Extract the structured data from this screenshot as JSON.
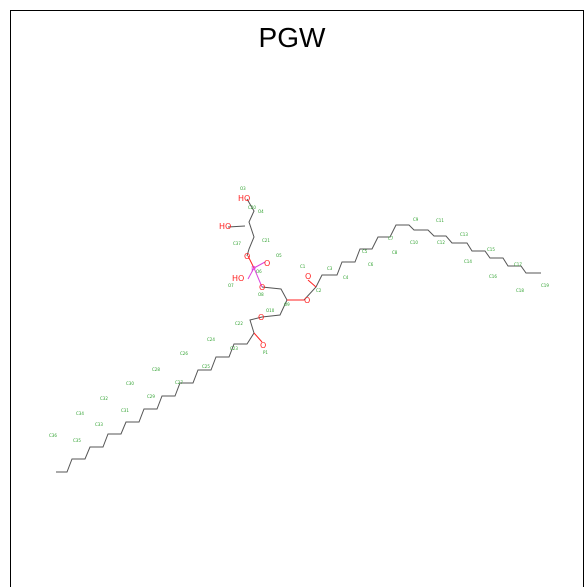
{
  "title": "PGW",
  "colors": {
    "carbon_label": "#2ca02c",
    "oxygen": "#ff2222",
    "phosphorus": "#dd44dd",
    "bond": "#555555"
  },
  "atoms": [
    {
      "id": "o_h1",
      "text": "HO",
      "color": "#ff2222"
    },
    {
      "id": "o_h2",
      "text": "HO",
      "color": "#ff2222"
    },
    {
      "id": "o_p1",
      "text": "O",
      "color": "#ff2222"
    },
    {
      "id": "p",
      "text": "P",
      "color": "#dd44dd"
    },
    {
      "id": "o_p2",
      "text": "O",
      "color": "#ff2222"
    },
    {
      "id": "o_p3",
      "text": "HO",
      "color": "#ff2222"
    },
    {
      "id": "o_p4",
      "text": "O",
      "color": "#ff2222"
    },
    {
      "id": "o_e1",
      "text": "O",
      "color": "#ff2222"
    },
    {
      "id": "o_e2",
      "text": "O",
      "color": "#ff2222"
    },
    {
      "id": "o_e3",
      "text": "O",
      "color": "#ff2222"
    },
    {
      "id": "o_e4",
      "text": "O",
      "color": "#ff2222"
    }
  ],
  "labels": [
    "O3",
    "O4",
    "C1",
    "C2",
    "C3",
    "C4",
    "C5",
    "C6",
    "C7",
    "C8",
    "C9",
    "C10",
    "C11",
    "C12",
    "C13",
    "C14",
    "C15",
    "C16",
    "C17",
    "C18",
    "C19",
    "C20",
    "C21",
    "C22",
    "C23",
    "C24",
    "C25",
    "C26",
    "C27",
    "C28",
    "C29",
    "C30",
    "C31",
    "C32",
    "C33",
    "C34",
    "C35",
    "C36",
    "C37",
    "O5",
    "O6",
    "O7",
    "O8",
    "O9",
    "O10",
    "P1"
  ]
}
